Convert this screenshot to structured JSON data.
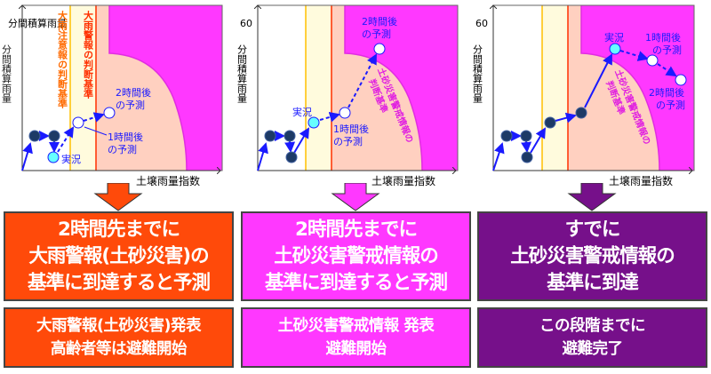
{
  "colors": {
    "orange": "#ff4a0a",
    "magenta": "#ff38ff",
    "purple": "#76108a",
    "pink_zone": "#ffd0c0",
    "yellow_zone": "#fffbdd",
    "curve": "#e02ee0",
    "point_dark": "#1d3a66",
    "point_now": "#66ffff",
    "line": "#1a1aff"
  },
  "axes": {
    "y_label": "60分間積算雨量",
    "x_label": "土壌雨量指数"
  },
  "labels": {
    "now": "実況",
    "pred1_line1": "1時間後",
    "pred1_line2": "の予測",
    "pred2_line1": "2時間後",
    "pred2_line2": "の予測",
    "advisory_line": "大雨注意報の判断基準",
    "warning_line": "大雨警報の判断基準",
    "sediment_line1": "土砂災害警戒情報の",
    "sediment_line2": "判断基準"
  },
  "panels": [
    {
      "big": [
        "2時間先までに",
        "大雨警報(土砂災害)の",
        "基準に到達すると予測"
      ],
      "small": [
        "大雨警報(土砂災害)発表",
        "高齢者等は避難開始"
      ]
    },
    {
      "big": [
        "2時間先までに",
        "土砂災害警戒情報の",
        "基準に到達すると予測"
      ],
      "small": [
        "土砂災害警戒情報 発表",
        "避難開始"
      ]
    },
    {
      "big": [
        "すでに",
        "土砂災害警戒情報の",
        "基準に到達"
      ],
      "small": [
        "この段階までに",
        "避難完了"
      ]
    }
  ]
}
